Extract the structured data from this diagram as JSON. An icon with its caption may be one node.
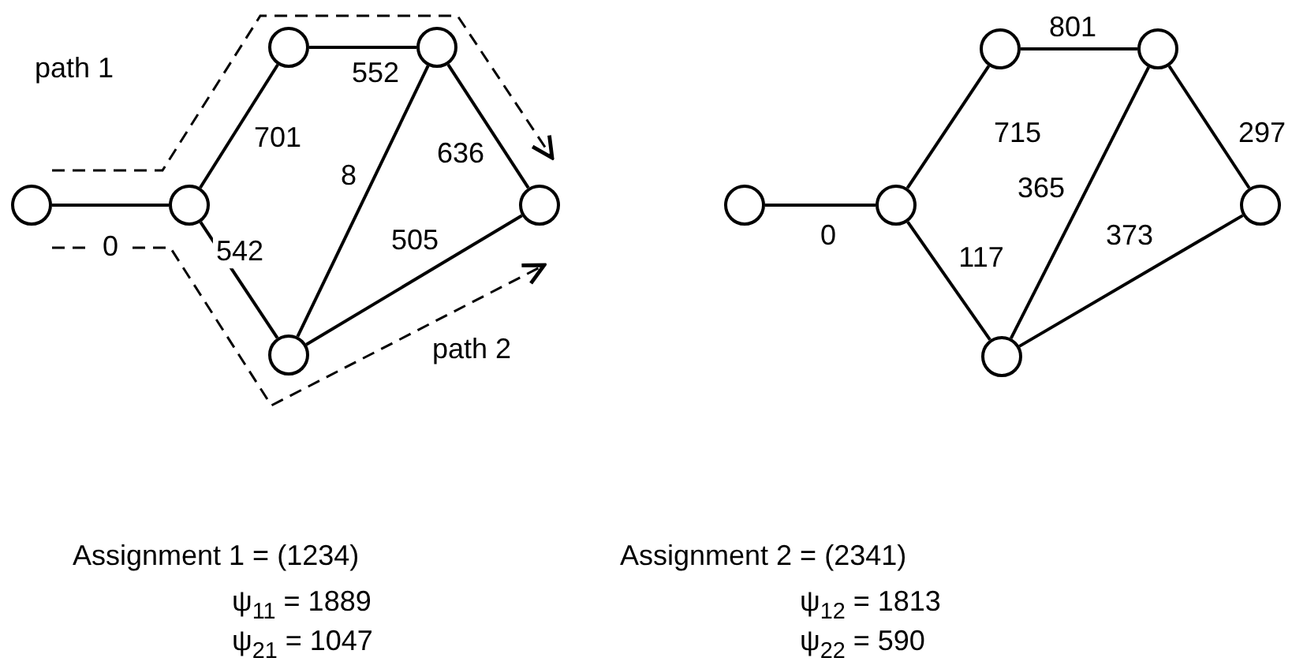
{
  "diagram": {
    "nodes": [
      {
        "text": [],
        "shape": "circle"
      },
      {
        "text": [],
        "shape": "circle"
      },
      {
        "text": [],
        "shape": "circle"
      },
      {
        "text": [],
        "shape": "circle"
      },
      {
        "text": [],
        "shape": "circle"
      },
      {
        "text": [],
        "shape": "circle"
      },
      {
        "text": [],
        "shape": "circle"
      },
      {
        "text": [],
        "shape": "circle"
      },
      {
        "text": [],
        "shape": "circle"
      },
      {
        "text": [],
        "shape": "circle"
      },
      {
        "text": [],
        "shape": "circle"
      },
      {
        "text": [],
        "shape": "circle"
      }
    ],
    "edges": [
      {
        "from": 0,
        "to": 1,
        "arrow": "none",
        "label": "0"
      },
      {
        "from": 1,
        "to": 2,
        "arrow": "none",
        "label": "701"
      },
      {
        "from": 2,
        "to": 3,
        "arrow": "none",
        "label": "552"
      },
      {
        "from": 3,
        "to": 5,
        "arrow": "none",
        "label": "8"
      },
      {
        "from": 3,
        "to": 4,
        "arrow": "none",
        "label": "636"
      },
      {
        "from": 1,
        "to": 5,
        "arrow": "none",
        "label": "542"
      },
      {
        "from": 5,
        "to": 4,
        "arrow": "none",
        "label": "505"
      },
      {
        "from": 6,
        "to": 7,
        "arrow": "none",
        "label": "0"
      },
      {
        "from": 8,
        "to": 9,
        "arrow": "none",
        "label": "801"
      },
      {
        "from": 7,
        "to": 8,
        "arrow": "none",
        "label": "715"
      },
      {
        "from": 9,
        "to": 10,
        "arrow": "none",
        "label": "297"
      },
      {
        "from": 9,
        "to": 11,
        "arrow": "none",
        "label": "365"
      },
      {
        "from": 7,
        "to": 11,
        "arrow": "none",
        "label": "117"
      },
      {
        "from": 11,
        "to": 10,
        "arrow": "none",
        "label": "373"
      }
    ],
    "labels": [
      "path 1",
      "path 2",
      "Assignment 1 = (1234)",
      "ψ$_{11}$ = 1889",
      "ψ$_{21}$ = 1047",
      "Assignment 2 = (2341)",
      "ψ$_{12}$ = 1813",
      "ψ$_{22}$ = 590"
    ]
  }
}
